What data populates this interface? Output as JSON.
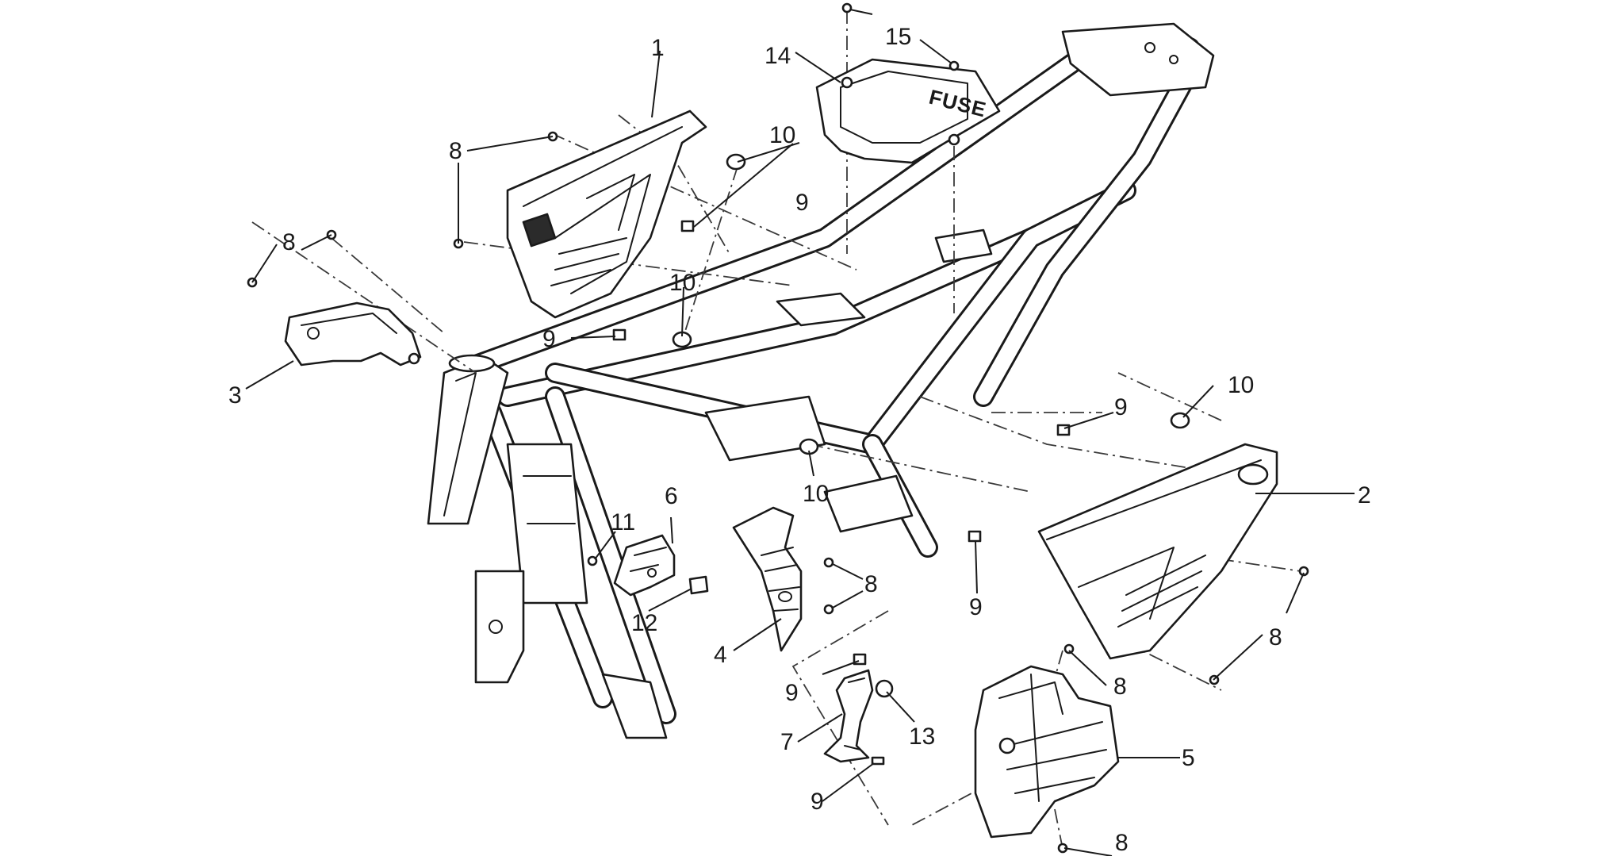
{
  "callouts": {
    "c1": "1",
    "c2": "2",
    "c3": "3",
    "c4": "4",
    "c5": "5",
    "c6": "6",
    "c7": "7",
    "c8a": "8",
    "c8b": "8",
    "c8c": "8",
    "c8d": "8",
    "c8e": "8",
    "c8f": "8",
    "c9a": "9",
    "c9b": "9",
    "c9c": "9",
    "c9d": "9",
    "c9e": "9",
    "c9f": "9",
    "c10a": "10",
    "c10b": "10",
    "c10c": "10",
    "c10d": "10",
    "c11": "11",
    "c12": "12",
    "c13": "13",
    "c14": "14",
    "c15": "15"
  },
  "fuse_box_label": "FUSE",
  "colors": {
    "ink": "#1a1a1a",
    "background": "#ffffff"
  }
}
